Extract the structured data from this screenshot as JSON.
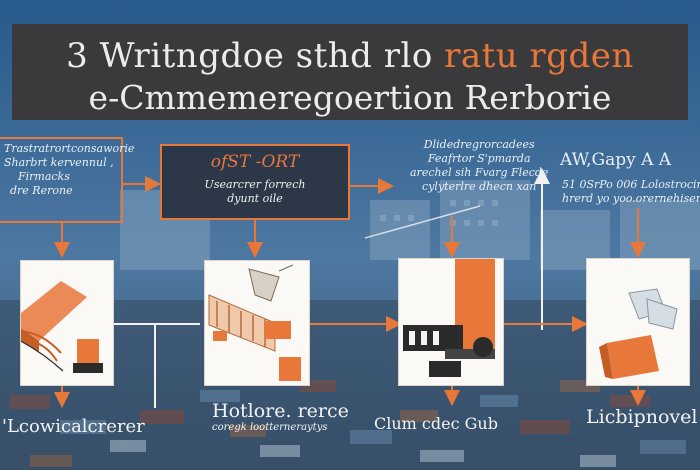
{
  "title": {
    "line1": "3 Writngdoe sthd rlo",
    "line1_b": "ratu rgden",
    "line2": "e-Cmmemeregoertion Rerborie"
  },
  "captions": {
    "c1": [
      "Trastratrortconsaworie",
      "Sharbrt kervennul ,",
      "Firmacks",
      "dre Rerone"
    ],
    "c2_box": "ofST -ORT",
    "c2_sub": [
      "Usearcrer forrech",
      "dyunt oile"
    ],
    "c3": [
      "Dlidedregrorcadees",
      "Feafrtor S'pmarda",
      "arechel sih Fvarg Flecde",
      "cylyterlre dhecn xan"
    ],
    "c4_head": "AW,Gapy A A",
    "c4": [
      "51 0SrPo 006 Lolostrocir",
      "hrerd yo yoo.orernehiser"
    ]
  },
  "bottom_labels": {
    "l1": "'Lcowicalcrerer",
    "l2_main": "Hotlore. rerce",
    "l2_sub": "coregk lootterneraytys",
    "l3": "Clum cdec Gub",
    "l4": "Licbipnovel"
  },
  "colors": {
    "accent": "#e8773a",
    "band": "#3a3a3c",
    "background": "#2f5a86"
  }
}
